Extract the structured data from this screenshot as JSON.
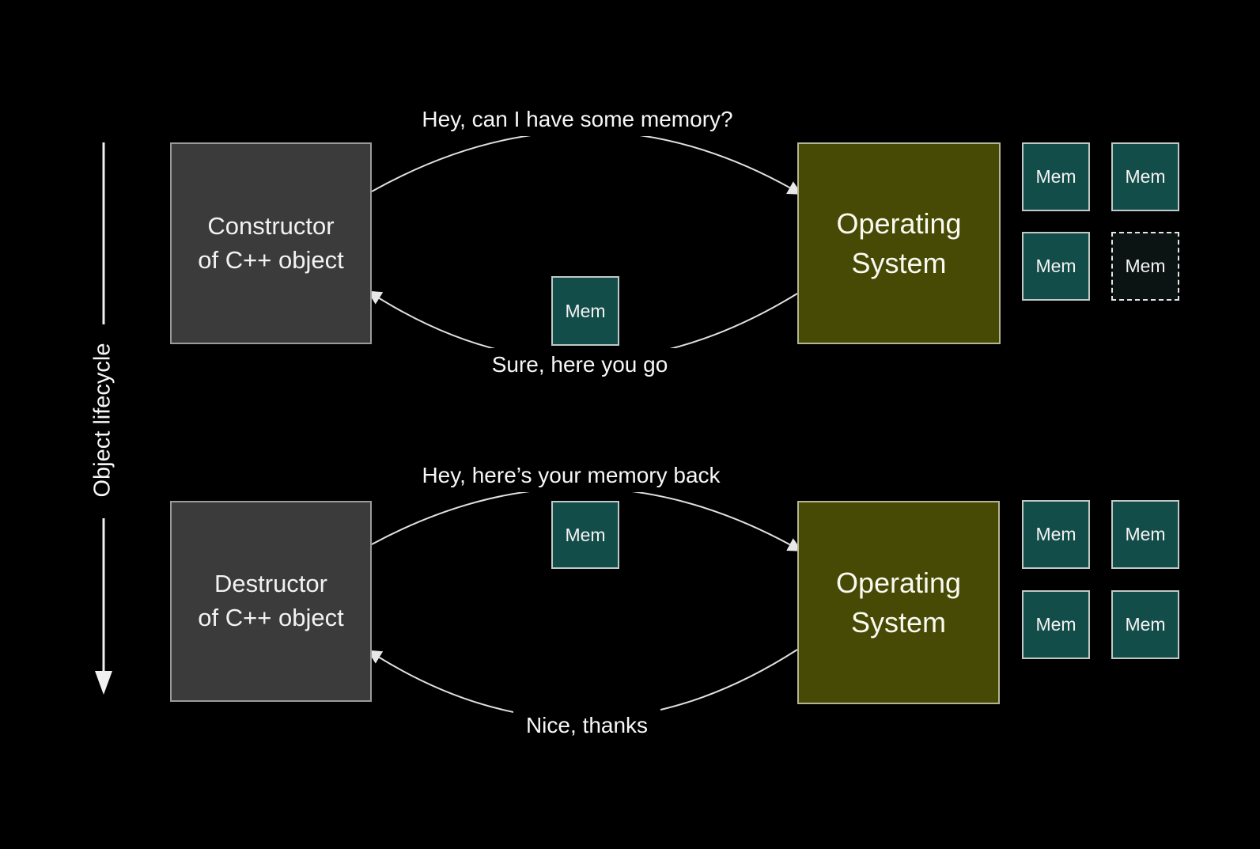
{
  "canvas": {
    "background_color": "#000000",
    "stroke_color": "#e8e8e8",
    "box_gray_color": "#3b3b3b",
    "box_olive_color": "#474a04",
    "mem_teal_color": "#134d49"
  },
  "lifecycle_axis": {
    "label": "Object lifecycle"
  },
  "top_flow": {
    "source_box": {
      "line1": "Constructor",
      "line2": "of C++ object"
    },
    "os_box": {
      "line1": "Operating",
      "line2": "System"
    },
    "request_label": "Hey, can I have some memory?",
    "response_label": "Sure, here you go",
    "mem_in_transit": "Mem",
    "mem_grid": [
      {
        "label": "Mem",
        "state": "solid"
      },
      {
        "label": "Mem",
        "state": "solid"
      },
      {
        "label": "Mem",
        "state": "solid"
      },
      {
        "label": "Mem",
        "state": "dashed"
      }
    ]
  },
  "bottom_flow": {
    "source_box": {
      "line1": "Destructor",
      "line2": "of C++ object"
    },
    "os_box": {
      "line1": "Operating",
      "line2": "System"
    },
    "request_label": "Hey, here’s your memory back",
    "response_label": "Nice, thanks",
    "mem_in_transit": "Mem",
    "mem_grid": [
      {
        "label": "Mem",
        "state": "solid"
      },
      {
        "label": "Mem",
        "state": "solid"
      },
      {
        "label": "Mem",
        "state": "solid"
      },
      {
        "label": "Mem",
        "state": "solid"
      }
    ]
  }
}
